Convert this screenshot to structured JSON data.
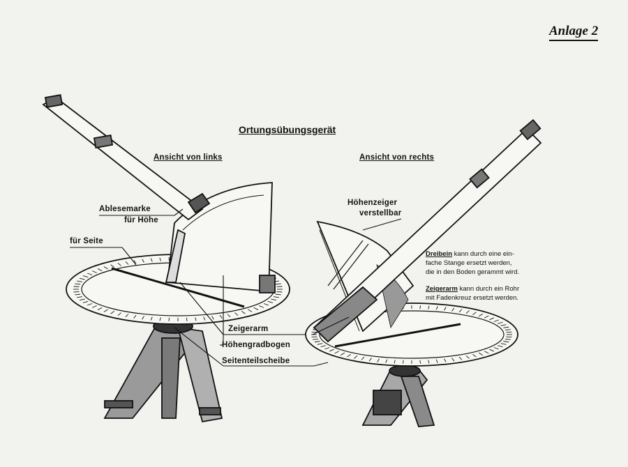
{
  "corner_label": "Anlage 2",
  "title": "Ortungsübungsgerät",
  "views": {
    "left": "Ansicht von links",
    "right": "Ansicht von rechts"
  },
  "labels": {
    "ablesemarke_line1": "Ablesemarke",
    "ablesemarke_line2": "für Höhe",
    "fuer_seite": "für Seite",
    "hoehenzeiger_line1": "Höhenzeiger",
    "hoehenzeiger_line2": "verstellbar",
    "zeigerarm": "Zeigerarm",
    "hoehengradbogen": "Höhengradbogen",
    "seitenteilscheibe": "Seitenteilscheibe"
  },
  "notes": {
    "dreibein_word": "Dreibein",
    "dreibein_line1_rest": "kann durch eine ein-",
    "dreibein_line2": "fache Stange ersetzt werden,",
    "dreibein_line3": "die in den Boden gerammt wird.",
    "zeigerarm_word": "Zeigerarm",
    "zeigerarm_line1_rest": "kann durch ein Rohr",
    "zeigerarm_line2": "mit Fadenkreuz ersetzt werden."
  },
  "colors": {
    "ink": "#111111",
    "paper": "#f2f2ef",
    "shade": "#6a6a6a"
  }
}
